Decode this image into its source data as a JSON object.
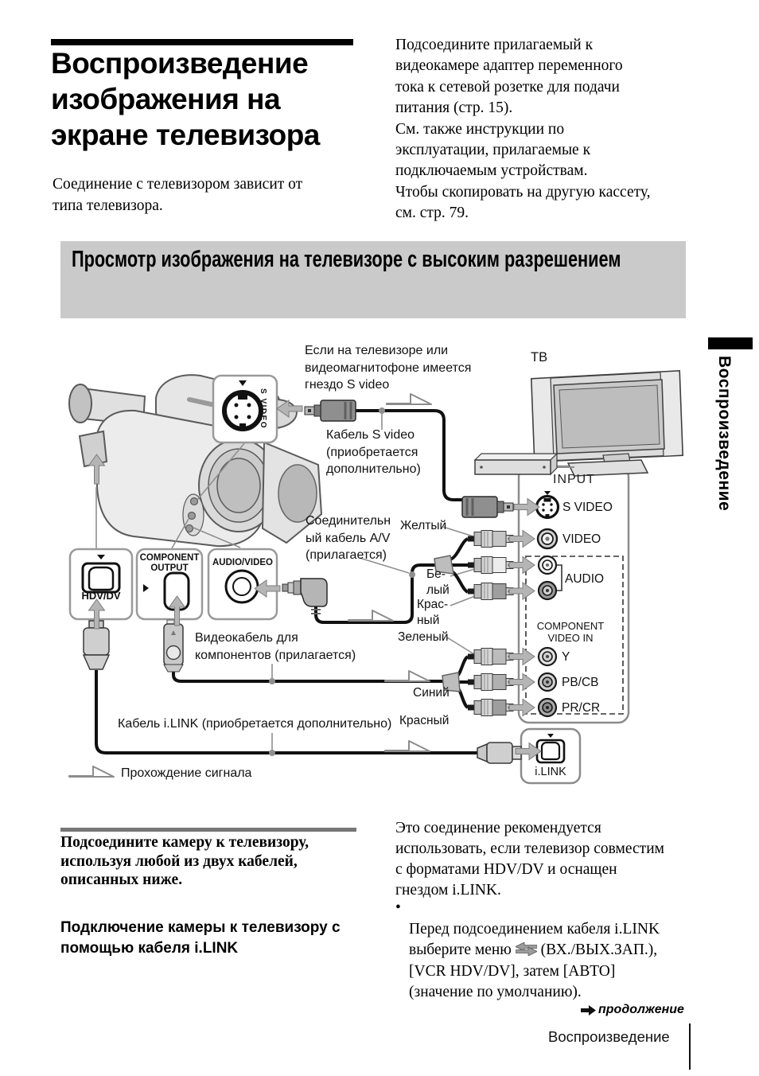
{
  "header": {
    "title": "Воспроизведение\nизображения на\nэкране телевизора",
    "intro": "Соединение с телевизором зависит от\nтипа телевизора.",
    "right_paragraph": "Подсоедините прилагаемый к\nвидеокамере адаптер переменного\nтока к сетевой розетке для подачи\nпитания (стр. 15).\nСм. также инструкции по\nэксплуатации, прилагаемые к\nподключаемым устройствам.\nЧтобы скопировать на другую кассету,\nсм. стр. 79."
  },
  "section_banner": {
    "title": "Просмотр изображения на телевизоре с высоким разрешением",
    "bg_color": "#cacaca"
  },
  "sidebar": {
    "tab_label": "Воспроизведение"
  },
  "diagram": {
    "tv_label": "ТВ",
    "s_video_note": "Если на телевизоре или\nвидеомагнитофоне имеется\nгнездо S video",
    "s_video_cable": "Кабель S video\n(приобретается\nдополнительно)",
    "av_cable": "Соединительн\nый кабель A/V\n(прилагается)",
    "component_cable": "Видеокабель для\nкомпонентов (прилагается)",
    "ilink_cable": "Кабель i.LINK (приобретается дополнительно)",
    "signal_flow": "Прохождение сигнала",
    "wire_labels": {
      "yellow": "Желтый",
      "white": "Бе-\nлый",
      "red": "Крас-\nный",
      "green": "Зеленый",
      "blue": "Синий",
      "red2": "Красный"
    },
    "camera": {
      "s_video_jack": "S VIDEO",
      "hdv_dv_jack": "HDV/DV",
      "component_output_jack": "COMPONENT\nOUTPUT",
      "audio_video_jack": "AUDIO/VIDEO"
    },
    "tv_panel": {
      "input": "INPUT",
      "s_video": "S VIDEO",
      "video": "VIDEO",
      "audio": "AUDIO",
      "component_video_in": "COMPONENT\nVIDEO IN",
      "y": "Y",
      "pb_cb": "PB/CB",
      "pr_cr": "PR/CR",
      "ilink": "i.LINK"
    }
  },
  "bottom_left": {
    "bold_paragraph": "Подсоедините камеру к телевизору,\nиспользуя любой из двух кабелей,\nописанных ниже.",
    "subheading": "Подключение камеры к телевизору с\nпомощью кабеля i.LINK"
  },
  "bottom_right": {
    "paragraph": "Это соединение рекомендуется\nиспользовать, если телевизор совместим\nс форматами HDV/DV и оснащен\nгнездом i.LINK.",
    "bullet_marker": "•",
    "bullet_pre": "Перед подсоединением кабеля i.LINK\nвыберите меню ",
    "bullet_post": " (ВХ./ВЫХ.ЗАП.),\n[VCR HDV/DV], затем [АВТО]\n(значение по умолчанию)."
  },
  "footer": {
    "continuation": "продолжение",
    "section": "Воспроизведение"
  }
}
